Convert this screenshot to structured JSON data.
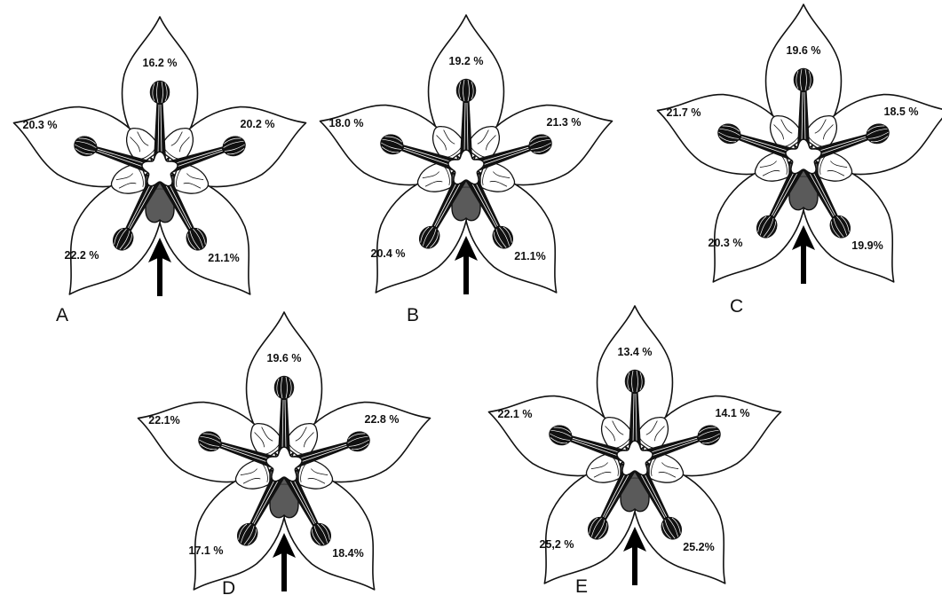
{
  "figure": {
    "panels": [
      {
        "letter": "A",
        "labels": {
          "top": "16.2 %",
          "upper_left": "20.3 %",
          "upper_right": "20.2 %",
          "lower_left": "22.2 %",
          "lower_right": "21.1%"
        }
      },
      {
        "letter": "B",
        "labels": {
          "top": "19.2 %",
          "upper_left": "18.0 %",
          "upper_right": "21.3 %",
          "lower_left": "20.4 %",
          "lower_right": "21.1%"
        }
      },
      {
        "letter": "C",
        "labels": {
          "top": "19.6 %",
          "upper_left": "21.7 %",
          "upper_right": "18.5 %",
          "lower_left": "20.3 %",
          "lower_right": "19.9%"
        }
      },
      {
        "letter": "D",
        "labels": {
          "top": "19.6 %",
          "upper_left": "22.1%",
          "upper_right": "22.8 %",
          "lower_left": "17.1 %",
          "lower_right": "18.4%"
        }
      },
      {
        "letter": "E",
        "labels": {
          "top": "13.4 %",
          "upper_left": "22.1 %",
          "upper_right": "14.1 %",
          "lower_left": "25,2 %",
          "lower_right": "25.2%"
        }
      }
    ]
  },
  "colors": {
    "ovary": "#5a5a5a",
    "ink": "#111111",
    "background": "#ffffff"
  },
  "icons": {
    "direction_arrow": "up-arrow-icon"
  }
}
